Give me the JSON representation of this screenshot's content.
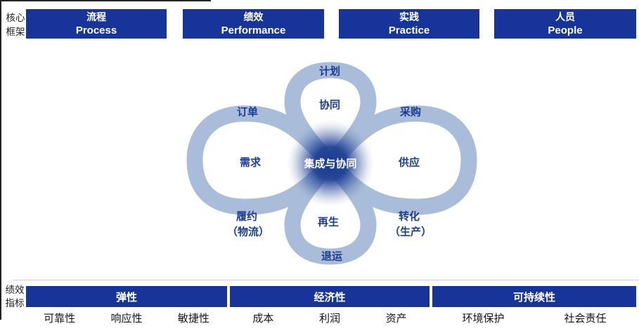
{
  "colors": {
    "banner_blue": "#16349A",
    "ring_blue": "#A9BCD9",
    "flower_text_blue": "#1C3D96",
    "center_core_blue": "#1B3C91"
  },
  "header": {
    "side_label": [
      "核心",
      "框架"
    ],
    "banners": [
      {
        "zh": "流程",
        "en": "Process"
      },
      {
        "zh": "绩效",
        "en": "Performance"
      },
      {
        "zh": "实践",
        "en": "Practice"
      },
      {
        "zh": "人员",
        "en": "People"
      }
    ]
  },
  "flower": {
    "center": "集成与协同",
    "top_band": "计划",
    "top_inner": "协同",
    "left_band": "订单",
    "left_inner": "需求",
    "right_band": "采购",
    "right_inner": "供应",
    "lower_left_line1": "履约",
    "lower_left_line2": "（物流）",
    "bottom_inner": "再生",
    "bottom_band": "退运",
    "lower_right_line1": "转化",
    "lower_right_line2": "（生产）"
  },
  "footer": {
    "side_label": [
      "绩效",
      "指标"
    ],
    "segments": [
      {
        "label": "弹性",
        "items": [
          "可靠性",
          "响应性",
          "敏捷性"
        ]
      },
      {
        "label": "经济性",
        "items": [
          "成本",
          "利润",
          "资产"
        ]
      },
      {
        "label": "可持续性",
        "items": [
          "环境保护",
          "社会责任"
        ]
      }
    ]
  }
}
